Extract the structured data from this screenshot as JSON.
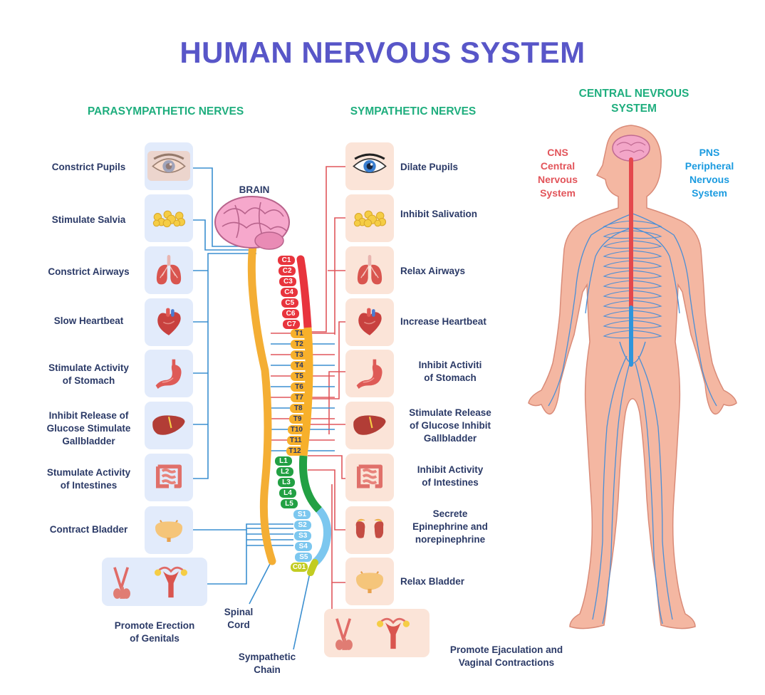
{
  "title": "HUMAN NERVOUS SYSTEM",
  "sections": {
    "parasympathetic": "PARASYMPATHETIC NERVES",
    "sympathetic": "SYMPATHETIC NERVES",
    "central_line1": "CENTRAL NEVROUS",
    "central_line2": "SYSTEM"
  },
  "brain_label": "BRAIN",
  "parasympathetic_effects": [
    {
      "lines": [
        "Constrict Pupils"
      ],
      "icon": "eye-icon"
    },
    {
      "lines": [
        "Stimulate Salvia"
      ],
      "icon": "salivary-gland-icon"
    },
    {
      "lines": [
        "Constrict Airways"
      ],
      "icon": "lungs-icon"
    },
    {
      "lines": [
        "Slow Heartbeat"
      ],
      "icon": "heart-icon"
    },
    {
      "lines": [
        "Stimulate Activity",
        "of Stomach"
      ],
      "icon": "stomach-icon"
    },
    {
      "lines": [
        "Inhibit Release of",
        "Glucose Stimulate",
        "Gallbladder"
      ],
      "icon": "liver-icon"
    },
    {
      "lines": [
        "Stumulate Activity",
        "of Intestines"
      ],
      "icon": "intestines-icon"
    },
    {
      "lines": [
        "Contract Bladder"
      ],
      "icon": "bladder-icon"
    },
    {
      "lines": [
        "Promote Erection",
        "of Genitals"
      ],
      "icon": "genitals-icon"
    }
  ],
  "sympathetic_effects": [
    {
      "lines": [
        "Dilate Pupils"
      ],
      "icon": "eye-icon"
    },
    {
      "lines": [
        "Inhibit Salivation"
      ],
      "icon": "salivary-gland-icon"
    },
    {
      "lines": [
        "Relax Airways"
      ],
      "icon": "lungs-icon"
    },
    {
      "lines": [
        "Increase Heartbeat"
      ],
      "icon": "heart-icon"
    },
    {
      "lines": [
        "Inhibit Activiti",
        "of Stomach"
      ],
      "icon": "stomach-icon"
    },
    {
      "lines": [
        "Stimulate Release",
        "of Glucose Inhibit",
        "Gallbladder"
      ],
      "icon": "liver-icon"
    },
    {
      "lines": [
        "Inhibit Activity",
        "of Intestines"
      ],
      "icon": "intestines-icon"
    },
    {
      "lines": [
        "Secrete",
        "Epinephrine and",
        "norepinephrine"
      ],
      "icon": "adrenal-kidney-icon"
    },
    {
      "lines": [
        "Relax Bladder"
      ],
      "icon": "bladder-icon"
    },
    {
      "lines": [
        "Promote Ejaculation and",
        "Vaginal Contractions"
      ],
      "icon": "genitals-icon"
    }
  ],
  "segments": {
    "cervical": [
      "C1",
      "C2",
      "C3",
      "C4",
      "C5",
      "C6",
      "C7"
    ],
    "thoracic": [
      "T1",
      "T2",
      "T3",
      "T4",
      "T5",
      "T6",
      "T7",
      "T8",
      "T9",
      "T10",
      "T11",
      "T12"
    ],
    "lumbar": [
      "L1",
      "L2",
      "L3",
      "L4",
      "L5"
    ],
    "sacral": [
      "S1",
      "S2",
      "S3",
      "S4",
      "S5"
    ],
    "coccygeal": [
      "C01"
    ]
  },
  "spine_labels": {
    "spinal_cord": [
      "Spinal",
      "Cord"
    ],
    "sympathetic_chain": [
      "Sympathetic",
      "Chain"
    ]
  },
  "body_labels": {
    "cns": [
      "CNS",
      "Central",
      "Nervous",
      "System"
    ],
    "pns": [
      "PNS",
      "Peripheral",
      "Nervous",
      "System"
    ]
  },
  "colors": {
    "title": "#5856c8",
    "section": "#1fae7e",
    "label": "#2b3a67",
    "parasympathetic_line": "#3b8fd0",
    "sympathetic_line": "#e0575b",
    "cervical": "#e8343d",
    "thoracic": "#f7b02b",
    "lumbar": "#22a043",
    "sacral": "#7cc7ef",
    "coccygeal": "#c2cc22",
    "cns": "#e2545a",
    "pns": "#1b9be0",
    "body_skin": "#f4b7a2",
    "nerves": "#4a8fd6"
  }
}
